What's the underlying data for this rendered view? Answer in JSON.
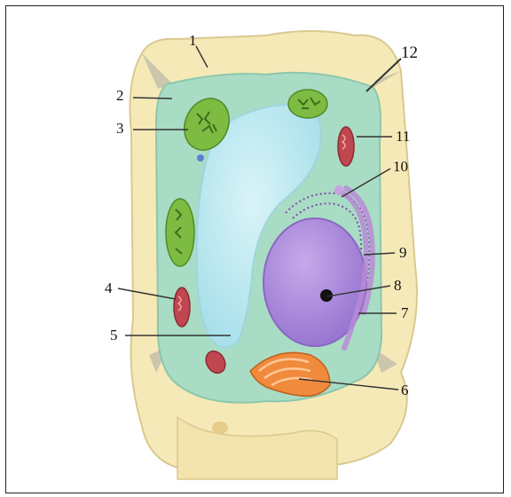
{
  "diagram": {
    "labels": [
      {
        "id": "1",
        "text": "1"
      },
      {
        "id": "2",
        "text": "2"
      },
      {
        "id": "3",
        "text": "3"
      },
      {
        "id": "4",
        "text": "4"
      },
      {
        "id": "5",
        "text": "5"
      },
      {
        "id": "6",
        "text": "6"
      },
      {
        "id": "7",
        "text": "7"
      },
      {
        "id": "8",
        "text": "8"
      },
      {
        "id": "9",
        "text": "9"
      },
      {
        "id": "10",
        "text": "10"
      },
      {
        "id": "11",
        "text": "11"
      },
      {
        "id": "12",
        "text": "12"
      }
    ],
    "colors": {
      "cell_wall": "#f6e9b8",
      "cytoplasm": "#a9dcc4",
      "vacuole": "#bfeaf2",
      "nucleus": "#a985d8",
      "chloroplast": "#7dbb43",
      "mitochondrion": "#c0474f",
      "golgi": "#f08a3c",
      "er": "#b98ad6"
    }
  }
}
